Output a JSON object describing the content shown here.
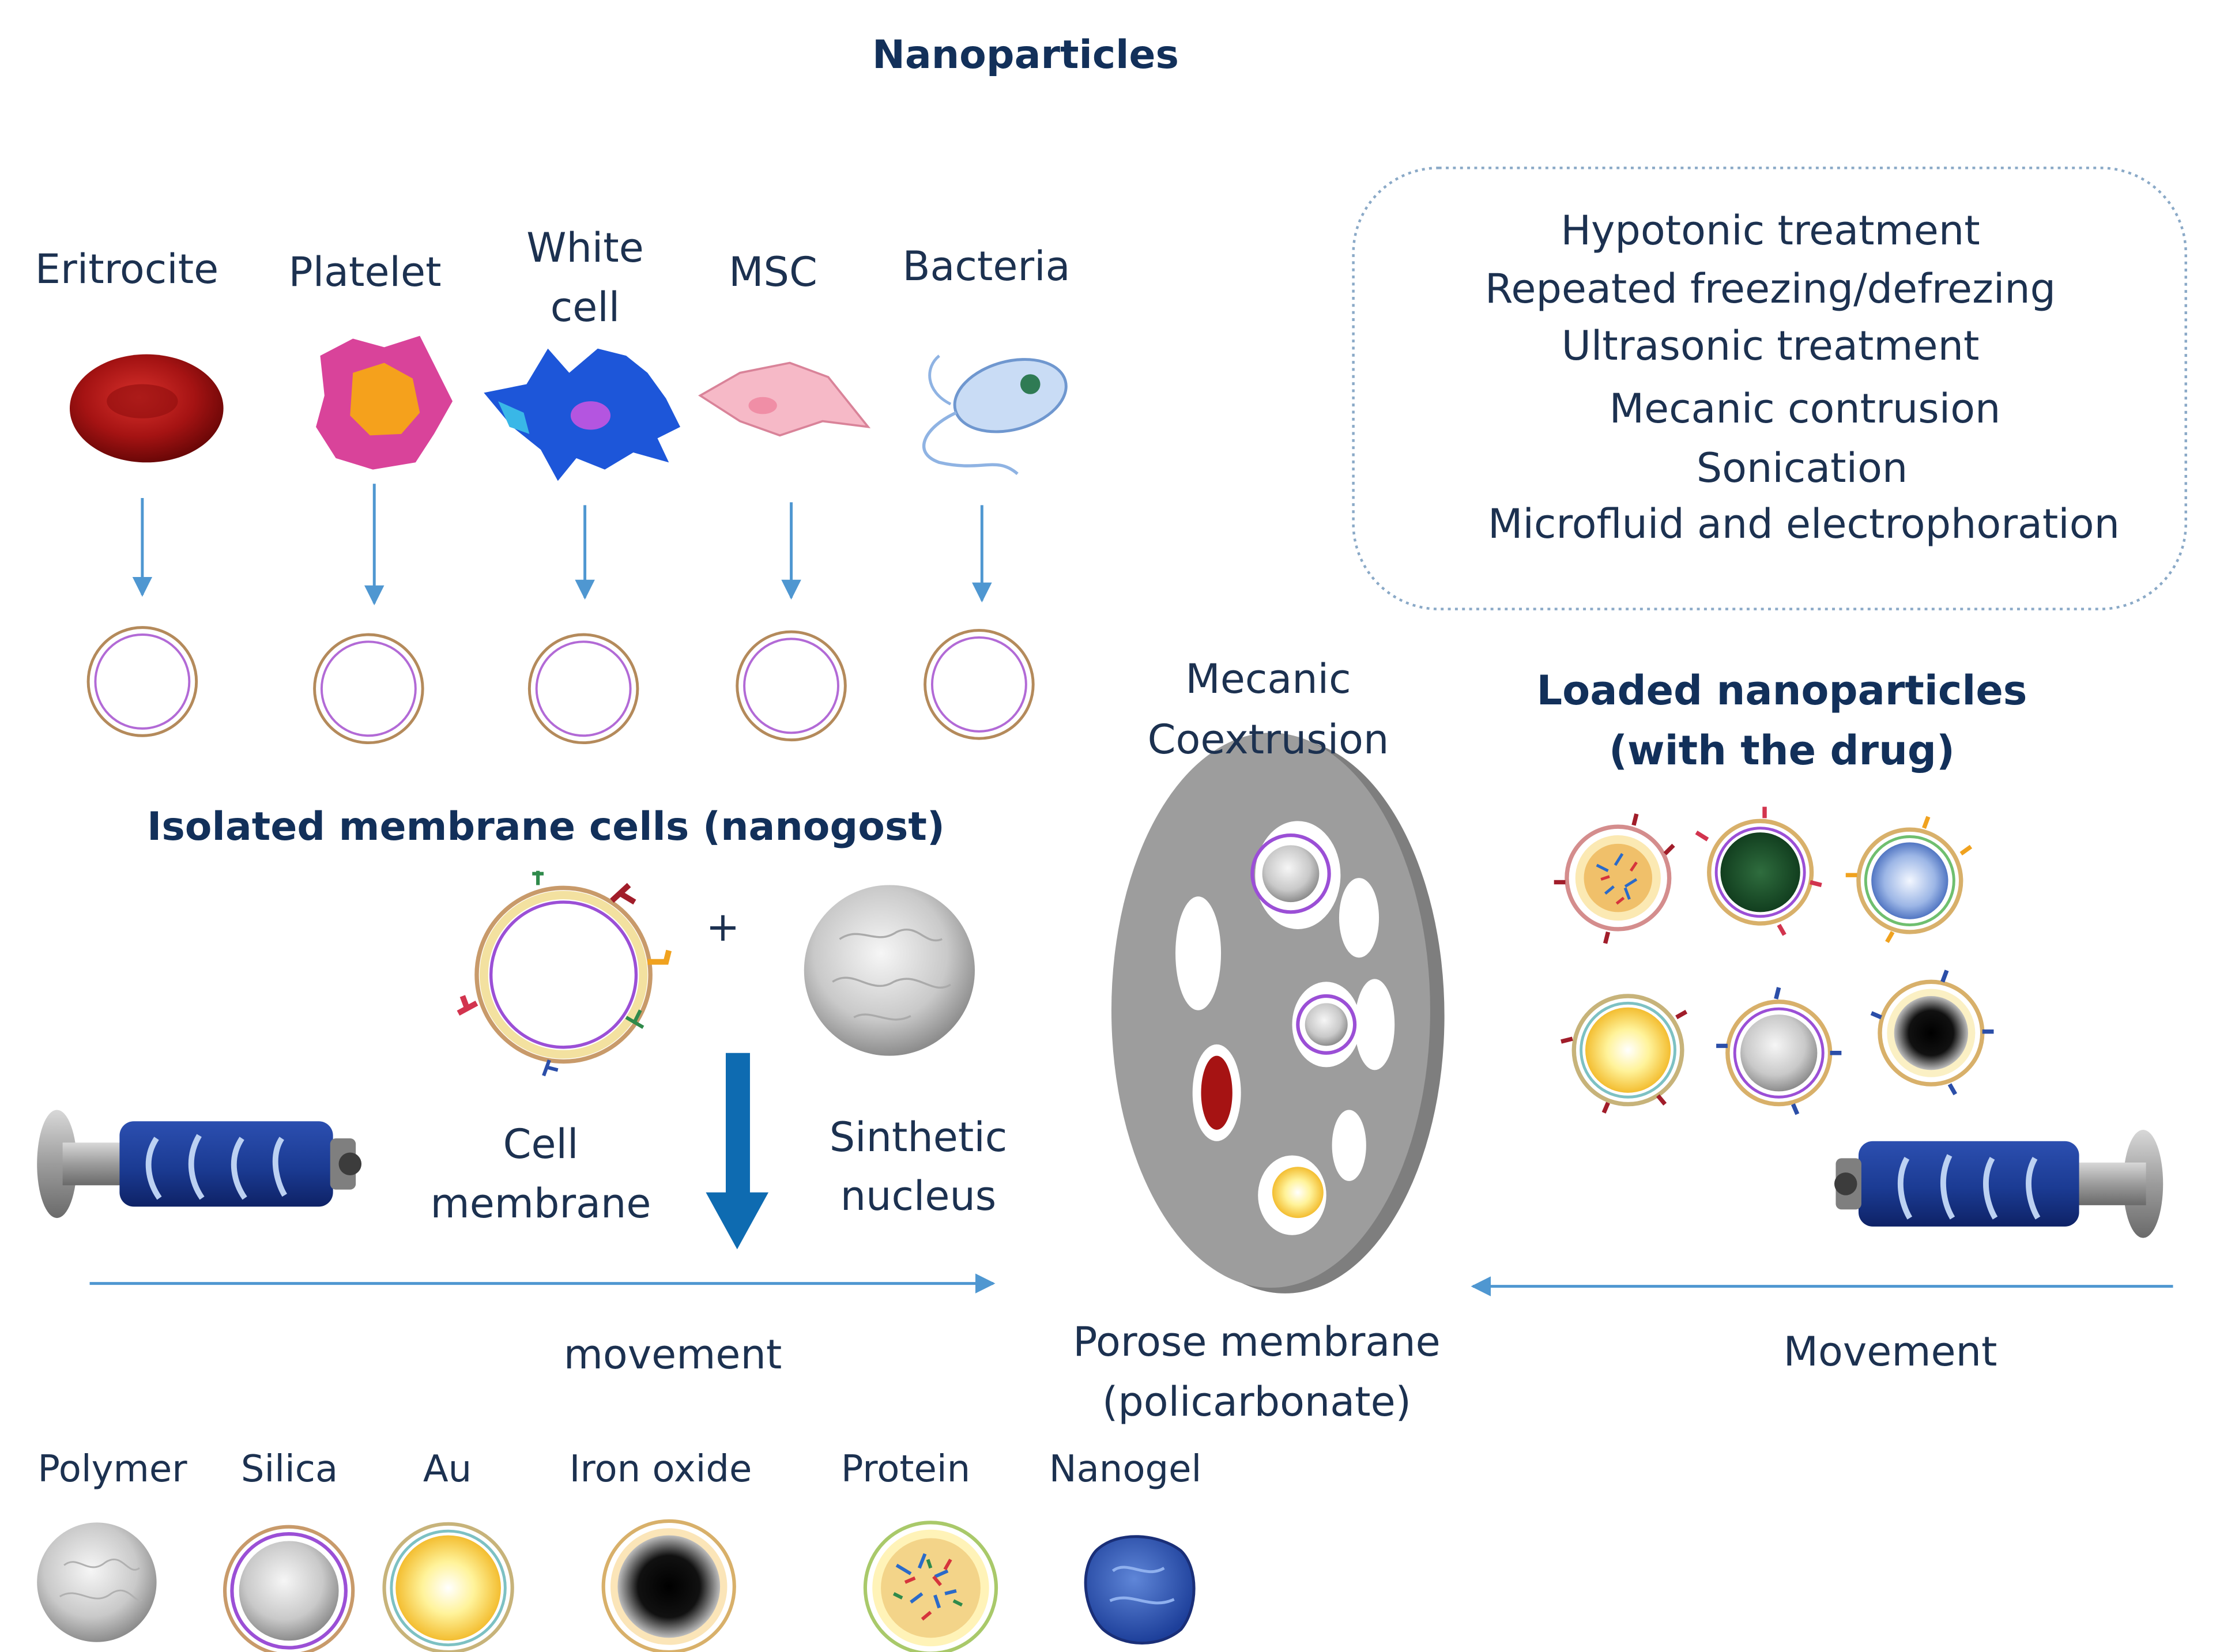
{
  "title": "Nanoparticles",
  "cell_sources": [
    {
      "label": "Eritrocite",
      "icon": "erythrocyte-icon"
    },
    {
      "label": "Platelet",
      "icon": "platelet-icon"
    },
    {
      "label_lines": [
        "White",
        "cell"
      ],
      "icon": "white-cell-icon"
    },
    {
      "label": "MSC",
      "icon": "msc-icon"
    },
    {
      "label": "Bacteria",
      "icon": "bacteria-icon"
    }
  ],
  "isolated_membrane_label": "Isolated membrane cells (nanogost)",
  "plus_sign": "+",
  "cell_membrane_label": [
    "Cell",
    "membrane"
  ],
  "synthetic_nucleus_label": [
    "Sinthetic",
    "nucleus"
  ],
  "left_movement_label": "movement",
  "right_movement_label": "Movement",
  "coextrusion_label": [
    "Mecanic",
    "Coextrusion"
  ],
  "porous_membrane_label": [
    "Porose membrane",
    "(policarbonate)"
  ],
  "loaded_label": [
    "Loaded nanoparticles",
    "(with the drug)"
  ],
  "methods": [
    "Hypotonic treatment",
    "Repeated freezing/defrezing",
    "Ultrasonic treatment",
    "Mecanic contrusion",
    "Sonication",
    "Microfluid and electrophoration"
  ],
  "core_types": [
    {
      "label": "Polymer",
      "icon": "polymer-core-icon"
    },
    {
      "label": "Silica",
      "icon": "silica-core-icon"
    },
    {
      "label": "Au",
      "icon": "gold-core-icon"
    },
    {
      "label": "Iron oxide",
      "icon": "iron-oxide-core-icon"
    },
    {
      "label": "Protein",
      "icon": "protein-core-icon"
    },
    {
      "label": "Nanogel",
      "icon": "nanogel-core-icon"
    }
  ],
  "colors": {
    "arrow": "#4f97d1",
    "big_arrow": "#0e6bb1",
    "text": "#1c3150",
    "bold_text": "#12305a",
    "membrane_gray": "#9a9a9a",
    "syringe_blue": "#1b3b93"
  }
}
